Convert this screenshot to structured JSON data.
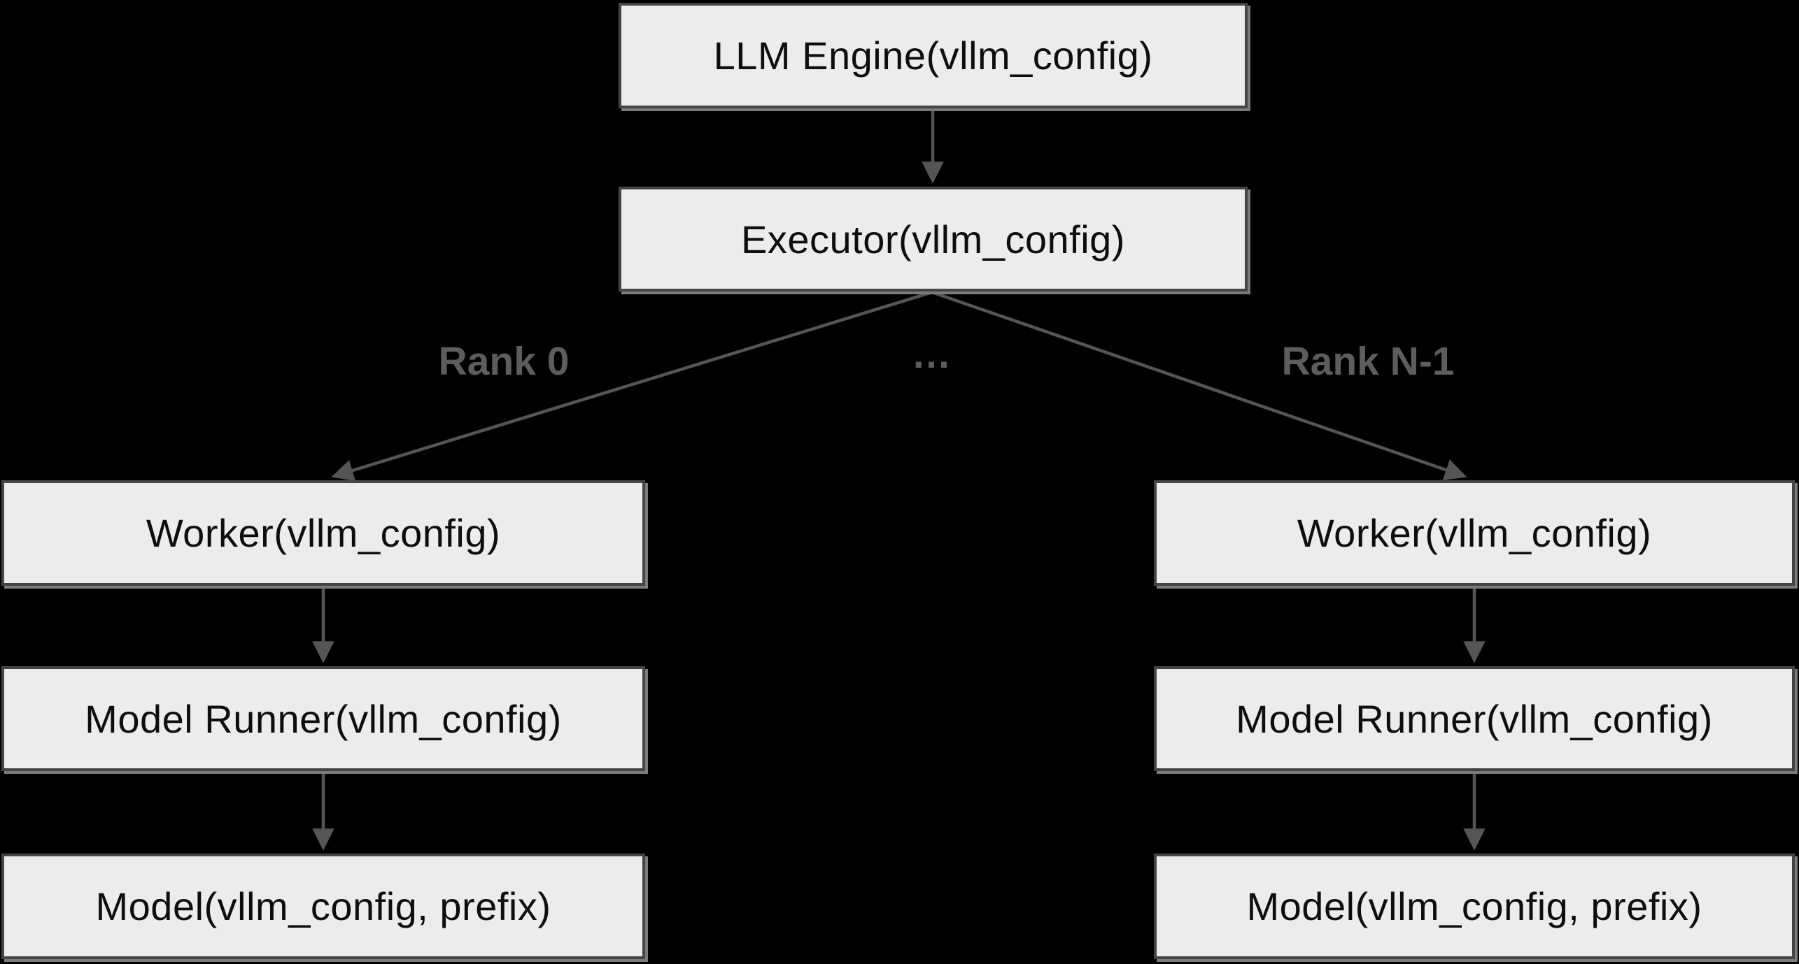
{
  "nodes": {
    "engine": {
      "label": "LLM Engine(vllm_config)"
    },
    "executor": {
      "label": "Executor(vllm_config)"
    },
    "worker_left": {
      "label": "Worker(vllm_config)"
    },
    "model_runner_left": {
      "label": "Model Runner(vllm_config)"
    },
    "model_left": {
      "label": "Model(vllm_config, prefix)"
    },
    "worker_right": {
      "label": "Worker(vllm_config)"
    },
    "model_runner_right": {
      "label": "Model Runner(vllm_config)"
    },
    "model_right": {
      "label": "Model(vllm_config, prefix)"
    }
  },
  "edge_labels": {
    "rank_0": "Rank 0",
    "ellipsis": "…",
    "rank_n_1": "Rank N-1"
  },
  "theme": {
    "background": "#000000",
    "node_fill": "#ececec",
    "node_border": "#454545",
    "node_bevel": "#7b7b7b",
    "edge": "#555555",
    "edge_label": "#5d5d5d",
    "node_text": "#0e0e0e"
  }
}
